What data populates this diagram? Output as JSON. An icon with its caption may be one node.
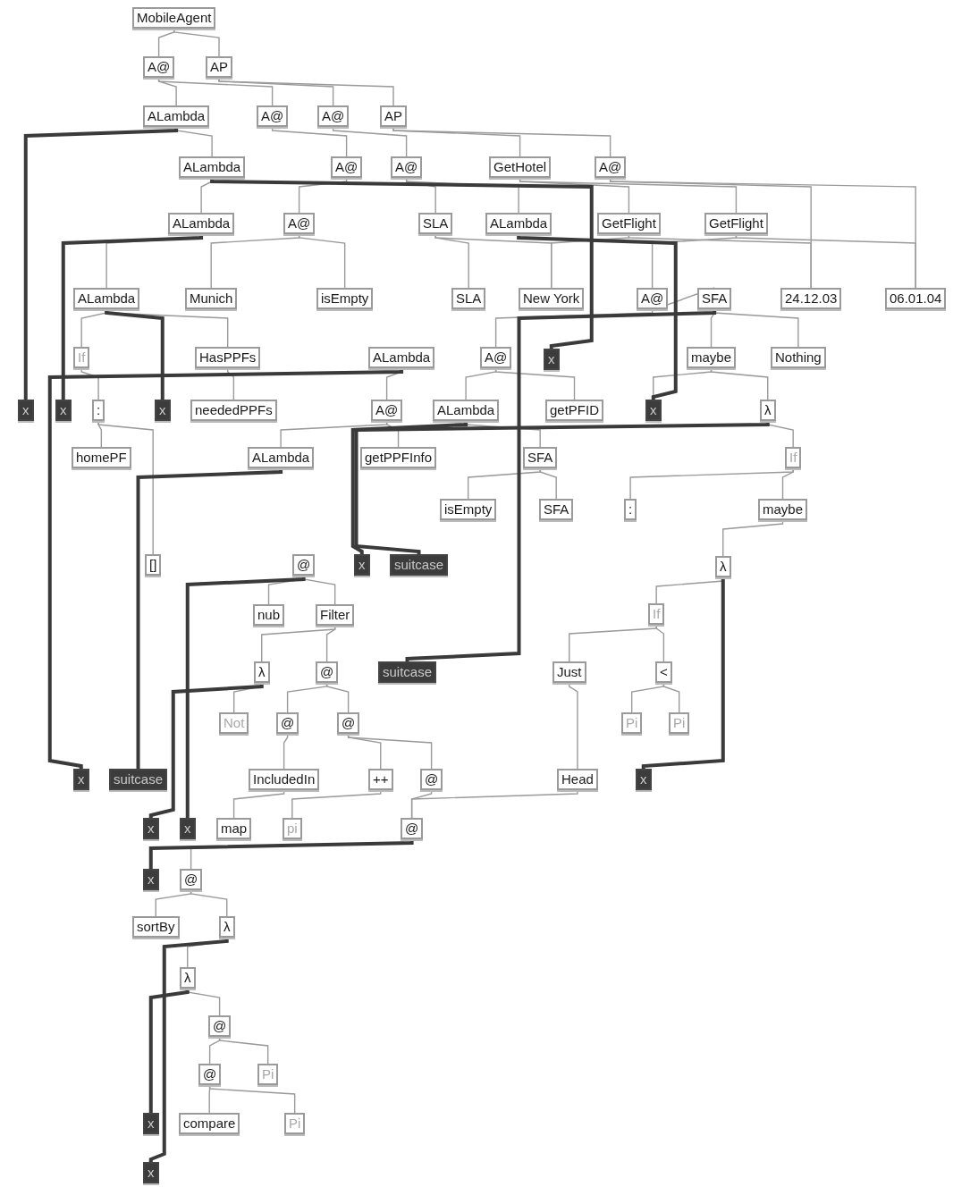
{
  "diagram": {
    "nodes": [
      {
        "text": [
          "MobileAgent"
        ]
      },
      {
        "text": [
          "A@"
        ]
      },
      {
        "text": [
          "AP"
        ]
      },
      {
        "text": [
          "ALambda"
        ]
      },
      {
        "text": [
          "A@"
        ]
      },
      {
        "text": [
          "A@"
        ]
      },
      {
        "text": [
          "AP"
        ]
      },
      {
        "text": [
          "ALambda"
        ]
      },
      {
        "text": [
          "A@"
        ]
      },
      {
        "text": [
          "A@"
        ]
      },
      {
        "text": [
          "GetHotel"
        ]
      },
      {
        "text": [
          "A@"
        ]
      },
      {
        "text": [
          "ALambda"
        ]
      },
      {
        "text": [
          "A@"
        ]
      },
      {
        "text": [
          "SLA"
        ]
      },
      {
        "text": [
          "ALambda"
        ]
      },
      {
        "text": [
          "GetFlight"
        ]
      },
      {
        "text": [
          "GetFlight"
        ]
      },
      {
        "text": [
          "ALambda"
        ]
      },
      {
        "text": [
          "Munich"
        ]
      },
      {
        "text": [
          "isEmpty"
        ]
      },
      {
        "text": [
          "SLA"
        ]
      },
      {
        "text": [
          "New York"
        ]
      },
      {
        "text": [
          "A@"
        ]
      },
      {
        "text": [
          "SFA"
        ]
      },
      {
        "text": [
          "24.12.03"
        ]
      },
      {
        "text": [
          "06.01.04"
        ]
      },
      {
        "text": [
          "If"
        ]
      },
      {
        "text": [
          "HasPPFs"
        ]
      },
      {
        "text": [
          "ALambda"
        ]
      },
      {
        "text": [
          "A@"
        ]
      },
      {
        "text": [
          "x"
        ]
      },
      {
        "text": [
          "maybe"
        ]
      },
      {
        "text": [
          "Nothing"
        ]
      },
      {
        "text": [
          "x"
        ]
      },
      {
        "text": [
          "x"
        ]
      },
      {
        "text": [
          ":"
        ]
      },
      {
        "text": [
          "x"
        ]
      },
      {
        "text": [
          "neededPPFs"
        ]
      },
      {
        "text": [
          "A@"
        ]
      },
      {
        "text": [
          "ALambda"
        ]
      },
      {
        "text": [
          "getPFID"
        ]
      },
      {
        "text": [
          "x"
        ]
      },
      {
        "text": [
          "λ"
        ]
      },
      {
        "text": [
          "homePF"
        ]
      },
      {
        "text": [
          "ALambda"
        ]
      },
      {
        "text": [
          "getPPFInfo"
        ]
      },
      {
        "text": [
          "SFA"
        ]
      },
      {
        "text": [
          "If"
        ]
      },
      {
        "text": [
          "isEmpty"
        ]
      },
      {
        "text": [
          "SFA"
        ]
      },
      {
        "text": [
          ":"
        ]
      },
      {
        "text": [
          "maybe"
        ]
      },
      {
        "text": [
          "[]"
        ]
      },
      {
        "text": [
          "@"
        ]
      },
      {
        "text": [
          "x"
        ]
      },
      {
        "text": [
          "suitcase"
        ]
      },
      {
        "text": [
          "λ"
        ]
      },
      {
        "text": [
          "nub"
        ]
      },
      {
        "text": [
          "Filter"
        ]
      },
      {
        "text": [
          "If"
        ]
      },
      {
        "text": [
          "λ"
        ]
      },
      {
        "text": [
          "@"
        ]
      },
      {
        "text": [
          "suitcase"
        ]
      },
      {
        "text": [
          "Just"
        ]
      },
      {
        "text": [
          "<"
        ]
      },
      {
        "text": [
          "Not"
        ]
      },
      {
        "text": [
          "@"
        ]
      },
      {
        "text": [
          "@"
        ]
      },
      {
        "text": [
          "Pi"
        ]
      },
      {
        "text": [
          "Pi"
        ]
      },
      {
        "text": [
          "x"
        ]
      },
      {
        "text": [
          "suitcase"
        ]
      },
      {
        "text": [
          "IncludedIn"
        ]
      },
      {
        "text": [
          "++"
        ]
      },
      {
        "text": [
          "@"
        ]
      },
      {
        "text": [
          "Head"
        ]
      },
      {
        "text": [
          "x"
        ]
      },
      {
        "text": [
          "x"
        ]
      },
      {
        "text": [
          "x"
        ]
      },
      {
        "text": [
          "map"
        ]
      },
      {
        "text": [
          "pi"
        ]
      },
      {
        "text": [
          "@"
        ]
      },
      {
        "text": [
          "x"
        ]
      },
      {
        "text": [
          "@"
        ]
      },
      {
        "text": [
          "sortBy"
        ]
      },
      {
        "text": [
          "λ"
        ]
      },
      {
        "text": [
          "λ"
        ]
      },
      {
        "text": [
          "@"
        ]
      },
      {
        "text": [
          "@"
        ]
      },
      {
        "text": [
          "Pi"
        ]
      },
      {
        "text": [
          "x"
        ]
      },
      {
        "text": [
          "compare"
        ]
      },
      {
        "text": [
          "Pi"
        ]
      },
      {
        "text": [
          "x"
        ]
      }
    ],
    "edges": [
      {
        "from": 0,
        "to": 1,
        "arrow": "none"
      },
      {
        "from": 0,
        "to": 2,
        "arrow": "none"
      },
      {
        "from": 1,
        "to": 3,
        "arrow": "none"
      },
      {
        "from": 1,
        "to": 4,
        "arrow": "none"
      },
      {
        "from": 2,
        "to": 5,
        "arrow": "none"
      },
      {
        "from": 2,
        "to": 6,
        "arrow": "none"
      },
      {
        "from": 3,
        "to": 7,
        "arrow": "none"
      },
      {
        "from": 4,
        "to": 8,
        "arrow": "none"
      },
      {
        "from": 5,
        "to": 9,
        "arrow": "none"
      },
      {
        "from": 6,
        "to": 10,
        "arrow": "none"
      },
      {
        "from": 6,
        "to": 11,
        "arrow": "none"
      },
      {
        "from": 7,
        "to": 12,
        "arrow": "none"
      },
      {
        "from": 8,
        "to": 13,
        "arrow": "none"
      },
      {
        "from": 9,
        "to": 14,
        "arrow": "none"
      },
      {
        "from": 9,
        "to": 15,
        "arrow": "none"
      },
      {
        "from": 10,
        "to": 16,
        "arrow": "none"
      },
      {
        "from": 10,
        "to": 17,
        "arrow": "none"
      },
      {
        "from": 11,
        "to": 25,
        "arrow": "none"
      },
      {
        "from": 11,
        "to": 26,
        "arrow": "none"
      },
      {
        "from": 12,
        "to": 18,
        "arrow": "none"
      },
      {
        "from": 13,
        "to": 19,
        "arrow": "none"
      },
      {
        "from": 13,
        "to": 20,
        "arrow": "none"
      },
      {
        "from": 14,
        "to": 21,
        "arrow": "none"
      },
      {
        "from": 14,
        "to": 22,
        "arrow": "none"
      },
      {
        "from": 16,
        "to": 22,
        "arrow": "none"
      },
      {
        "from": 16,
        "to": 25,
        "arrow": "none"
      },
      {
        "from": 17,
        "to": 26,
        "arrow": "none"
      },
      {
        "from": 17,
        "to": 23,
        "arrow": "none"
      },
      {
        "from": 18,
        "to": 27,
        "arrow": "none"
      },
      {
        "from": 18,
        "to": 28,
        "arrow": "none"
      },
      {
        "from": 23,
        "to": 24,
        "arrow": "none"
      },
      {
        "from": 23,
        "to": 30,
        "arrow": "none"
      },
      {
        "from": 24,
        "to": 32,
        "arrow": "none"
      },
      {
        "from": 24,
        "to": 33,
        "arrow": "none"
      },
      {
        "from": 27,
        "to": 36,
        "arrow": "none"
      },
      {
        "from": 28,
        "to": 38,
        "arrow": "none"
      },
      {
        "from": 29,
        "to": 39,
        "arrow": "none"
      },
      {
        "from": 30,
        "to": 40,
        "arrow": "none"
      },
      {
        "from": 30,
        "to": 41,
        "arrow": "none"
      },
      {
        "from": 32,
        "to": 43,
        "arrow": "none"
      },
      {
        "from": 32,
        "to": 42,
        "arrow": "none"
      },
      {
        "from": 36,
        "to": 44,
        "arrow": "none"
      },
      {
        "from": 36,
        "to": 53,
        "arrow": "none"
      },
      {
        "from": 39,
        "to": 45,
        "arrow": "none"
      },
      {
        "from": 39,
        "to": 46,
        "arrow": "none"
      },
      {
        "from": 40,
        "to": 47,
        "arrow": "none"
      },
      {
        "from": 43,
        "to": 48,
        "arrow": "none"
      },
      {
        "from": 47,
        "to": 49,
        "arrow": "none"
      },
      {
        "from": 47,
        "to": 50,
        "arrow": "none"
      },
      {
        "from": 48,
        "to": 52,
        "arrow": "none"
      },
      {
        "from": 48,
        "to": 51,
        "arrow": "none"
      },
      {
        "from": 52,
        "to": 57,
        "arrow": "none"
      },
      {
        "from": 54,
        "to": 58,
        "arrow": "none"
      },
      {
        "from": 54,
        "to": 59,
        "arrow": "none"
      },
      {
        "from": 57,
        "to": 60,
        "arrow": "none"
      },
      {
        "from": 59,
        "to": 61,
        "arrow": "none"
      },
      {
        "from": 59,
        "to": 62,
        "arrow": "none"
      },
      {
        "from": 60,
        "to": 64,
        "arrow": "none"
      },
      {
        "from": 60,
        "to": 65,
        "arrow": "none"
      },
      {
        "from": 61,
        "to": 66,
        "arrow": "none"
      },
      {
        "from": 62,
        "to": 67,
        "arrow": "none"
      },
      {
        "from": 62,
        "to": 68,
        "arrow": "none"
      },
      {
        "from": 65,
        "to": 69,
        "arrow": "none"
      },
      {
        "from": 65,
        "to": 70,
        "arrow": "none"
      },
      {
        "from": 64,
        "to": 76,
        "arrow": "none"
      },
      {
        "from": 67,
        "to": 73,
        "arrow": "none"
      },
      {
        "from": 68,
        "to": 74,
        "arrow": "none"
      },
      {
        "from": 68,
        "to": 75,
        "arrow": "none"
      },
      {
        "from": 75,
        "to": 82,
        "arrow": "none"
      },
      {
        "from": 76,
        "to": 82,
        "arrow": "none"
      },
      {
        "from": 82,
        "to": 84,
        "arrow": "none"
      },
      {
        "from": 84,
        "to": 85,
        "arrow": "none"
      },
      {
        "from": 84,
        "to": 86,
        "arrow": "none"
      },
      {
        "from": 86,
        "to": 87,
        "arrow": "none"
      },
      {
        "from": 87,
        "to": 88,
        "arrow": "none"
      },
      {
        "from": 88,
        "to": 89,
        "arrow": "none"
      },
      {
        "from": 88,
        "to": 90,
        "arrow": "none"
      },
      {
        "from": 89,
        "to": 92,
        "arrow": "none"
      },
      {
        "from": 89,
        "to": 93,
        "arrow": "none"
      },
      {
        "from": 73,
        "to": 80,
        "arrow": "none"
      },
      {
        "from": 74,
        "to": 81,
        "arrow": "none"
      },
      {
        "from": 3,
        "to": 34,
        "arrow": "none",
        "style": "thick",
        "color": "#3a3a3a"
      },
      {
        "from": 12,
        "to": 35,
        "arrow": "none",
        "style": "thick",
        "color": "#3a3a3a"
      },
      {
        "from": 18,
        "to": 37,
        "arrow": "none",
        "style": "thick",
        "color": "#3a3a3a"
      },
      {
        "from": 7,
        "to": 31,
        "arrow": "none",
        "style": "thick",
        "color": "#3a3a3a"
      },
      {
        "from": 15,
        "to": 42,
        "arrow": "none",
        "style": "thick",
        "color": "#3a3a3a"
      },
      {
        "from": 24,
        "to": 63,
        "arrow": "none",
        "style": "thick",
        "color": "#3a3a3a"
      },
      {
        "from": 43,
        "to": 56,
        "arrow": "none",
        "style": "thick",
        "color": "#3a3a3a"
      },
      {
        "from": 29,
        "to": 71,
        "arrow": "none",
        "style": "thick",
        "color": "#3a3a3a"
      },
      {
        "from": 45,
        "to": 72,
        "arrow": "none",
        "style": "thick",
        "color": "#3a3a3a"
      },
      {
        "from": 40,
        "to": 55,
        "arrow": "none",
        "style": "thick",
        "color": "#3a3a3a"
      },
      {
        "from": 57,
        "to": 77,
        "arrow": "none",
        "style": "thick",
        "color": "#3a3a3a"
      },
      {
        "from": 61,
        "to": 78,
        "arrow": "none",
        "style": "thick",
        "color": "#3a3a3a"
      },
      {
        "from": 54,
        "to": 79,
        "arrow": "none",
        "style": "thick",
        "color": "#3a3a3a"
      },
      {
        "from": 82,
        "to": 83,
        "arrow": "none",
        "style": "thick",
        "color": "#3a3a3a"
      },
      {
        "from": 87,
        "to": 91,
        "arrow": "none",
        "style": "thick",
        "color": "#3a3a3a"
      },
      {
        "from": 86,
        "to": 94,
        "arrow": "none",
        "style": "thick",
        "color": "#3a3a3a"
      }
    ]
  }
}
